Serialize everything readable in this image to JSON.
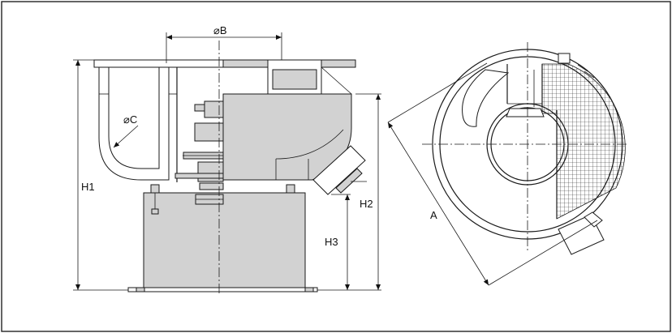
{
  "labels": {
    "dia_b": "⌀B",
    "dia_c": "⌀C",
    "h1": "H1",
    "h2": "H2",
    "h3": "H3",
    "a": "A"
  }
}
